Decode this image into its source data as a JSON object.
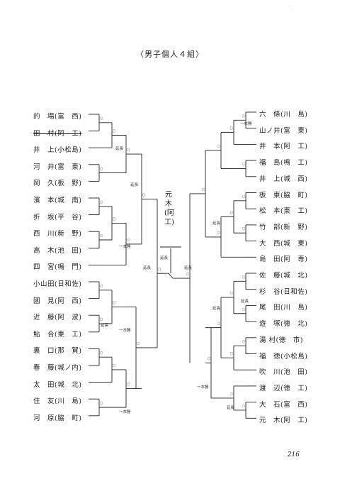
{
  "title": "〈男子個人４組〉",
  "page_number": "216",
  "corner_mark": "·",
  "winner": "元木(阿工)",
  "notes": {
    "enchou": "延長",
    "ippon_gachi": "一本勝",
    "hansoku": "反則"
  },
  "left_players": [
    "的　場(富　西)",
    "田　村(阿　工)",
    "井　上(小松島)",
    "河　井(富　東)",
    "岡　久(板　野)",
    "濱　本(城　南)",
    "折　坂(平　谷)",
    "西　川(新　野)",
    "高　木(池　田)",
    "四　宮(鳴　門)",
    "小山田(日和佐)",
    "國　見(阿　西)",
    "近　藤(阿　波)",
    "鮎　合(東　工)",
    "裏　口(那　賀)",
    "春　藤(城ノ内)",
    "太　田(城　北)",
    "住　友(川　島)",
    "河　原(脇　町)"
  ],
  "right_players": [
    "六　條(川　島)",
    "山ノ井(富　東)",
    "井　本(阿　工)",
    "福　島(鳴　工)",
    "井　上(城　西)",
    "板　東(脇　町)",
    "松　本(東　工)",
    "竹　部(新　野)",
    "大　西(城　東)",
    "島　田(阿　専)",
    "佐　藤(城　北)",
    "杉　谷(日和佐)",
    "尾　田(川　島)",
    "遊　塚(徳　北)",
    "湯 村(徳　市)",
    "福　徳(小松島)",
    "吹　川(池　田)",
    "渡　辺(徳　工)",
    "大　石(富　西)",
    "元　木(阿　工)"
  ]
}
